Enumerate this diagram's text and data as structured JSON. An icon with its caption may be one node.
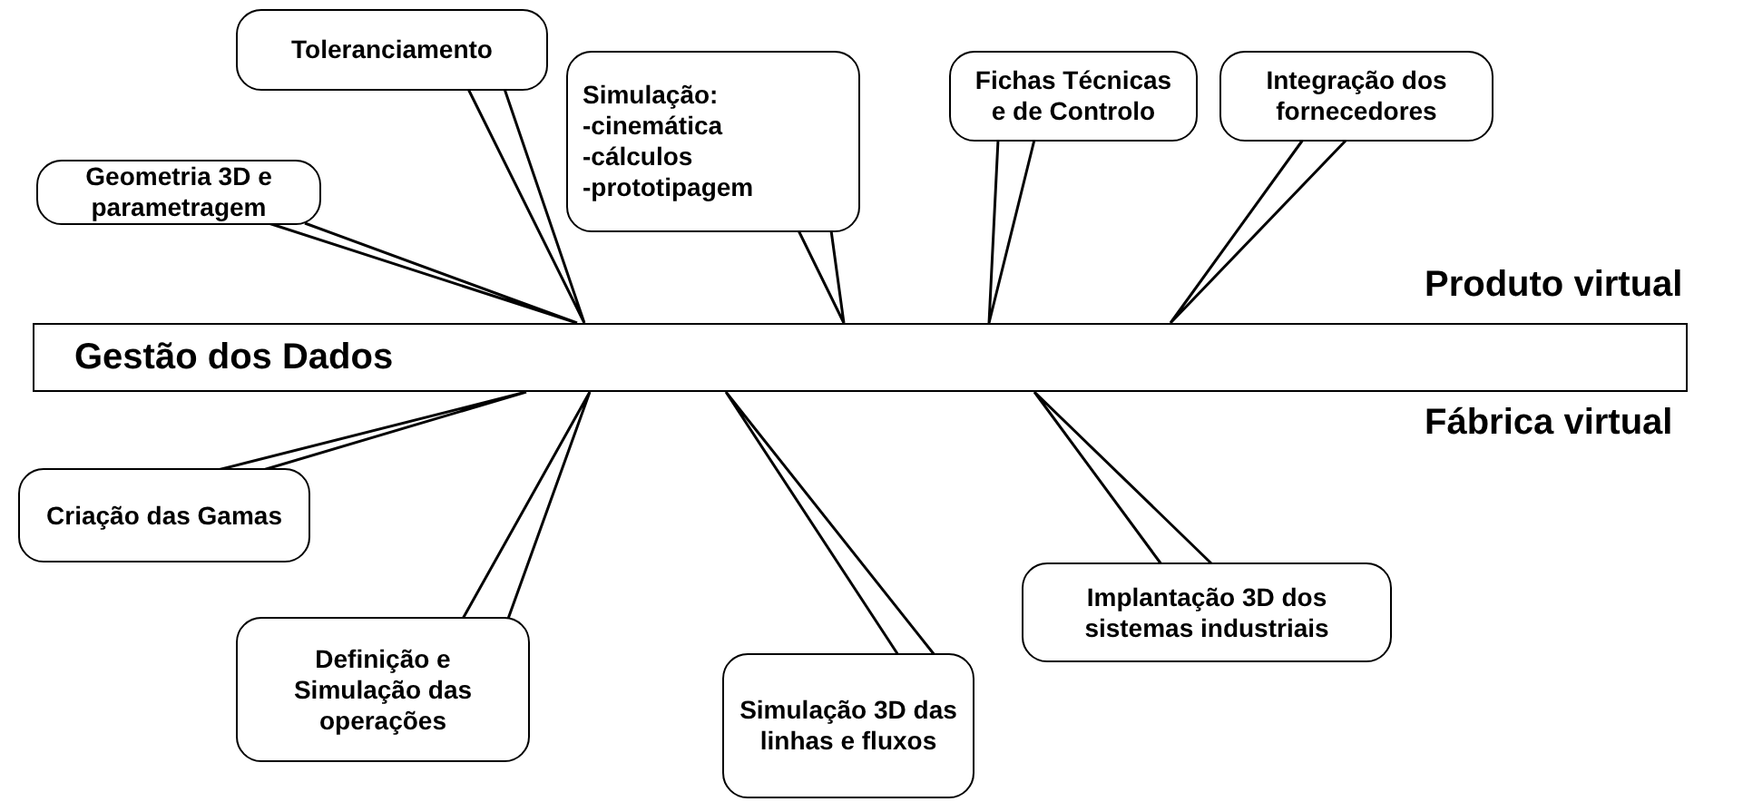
{
  "diagram": {
    "nodes": [
      {
        "text": [
          "Gestão dos Dados"
        ]
      },
      {
        "text": [
          "Toleranciamento"
        ]
      },
      {
        "text": [
          "Simulação: -cinemática -cálculos -prototipagem"
        ]
      },
      {
        "text": [
          "Fichas Técnicas e de Controlo"
        ]
      },
      {
        "text": [
          "Integração dos fornecedores"
        ]
      },
      {
        "text": [
          "Geometria 3D e parametragem"
        ]
      },
      {
        "text": [
          "Criação das Gamas"
        ]
      },
      {
        "text": [
          "Definição e Simulação das operações"
        ]
      },
      {
        "text": [
          "Simulação 3D das linhas e fluxos"
        ]
      },
      {
        "text": [
          "Implantação 3D dos sistemas industriais"
        ]
      }
    ],
    "edges": [
      {
        "from": 1,
        "to": 0,
        "arrow": "none"
      },
      {
        "from": 2,
        "to": 0,
        "arrow": "none"
      },
      {
        "from": 3,
        "to": 0,
        "arrow": "none"
      },
      {
        "from": 4,
        "to": 0,
        "arrow": "none"
      },
      {
        "from": 5,
        "to": 0,
        "arrow": "none"
      },
      {
        "from": 6,
        "to": 0,
        "arrow": "none"
      },
      {
        "from": 7,
        "to": 0,
        "arrow": "none"
      },
      {
        "from": 8,
        "to": 0,
        "arrow": "none"
      },
      {
        "from": 9,
        "to": 0,
        "arrow": "none"
      }
    ],
    "labels": [
      "Produto virtual",
      "Fábrica virtual"
    ]
  }
}
